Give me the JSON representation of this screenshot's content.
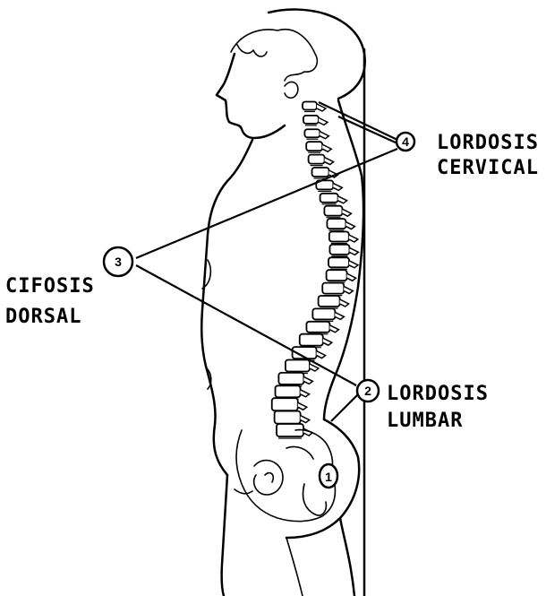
{
  "labels": {
    "cervical": {
      "number": "4",
      "line1": "LORDOSIS",
      "line2": "CERVICAL"
    },
    "dorsal": {
      "number": "3",
      "line1": "CIFOSIS",
      "line2": "DORSAL"
    },
    "lumbar": {
      "number": "2",
      "line1": "LORDOSIS",
      "line2": "LUMBAR"
    },
    "sacral": {
      "number": "1"
    }
  }
}
